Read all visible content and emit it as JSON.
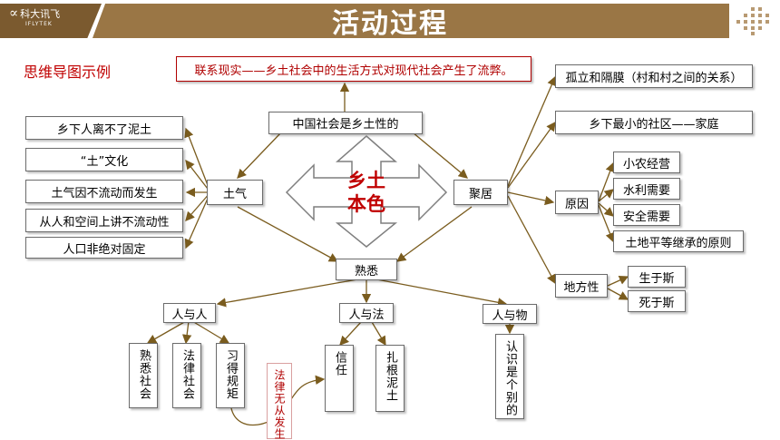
{
  "header": {
    "title": "活动过程",
    "logo_text": "科大讯飞",
    "logo_sub": "IFLYTEK",
    "bar_color": "#9a7645",
    "dark_color": "#7b5a2f"
  },
  "example_label": "思维导图示例",
  "top_note": "联系现实——乡土社会中的生活方式对现代社会产生了流弊。",
  "center": {
    "line1": "乡土",
    "line2": "本色"
  },
  "topic": "中国社会是乡土性的",
  "left_node": "土气",
  "left_items": [
    "乡下人离不了泥土",
    "“土”文化",
    "土气因不流动而发生",
    "从人和空间上讲不流动性",
    "人口非绝对固定"
  ],
  "right_node": "聚居",
  "right_items": {
    "isolation": "孤立和隔膜（村和村之间的关系）",
    "smallest": "乡下最小的社区——家庭",
    "reason": "原因",
    "reason_items": [
      "小农经营",
      "水利需要",
      "安全需要",
      "土地平等继承的原则"
    ],
    "locality": "地方性",
    "locality_items": [
      "生于斯",
      "死于斯"
    ]
  },
  "bottom_node": "熟悉",
  "branches": {
    "people": "人与人",
    "law": "人与法",
    "things": "人与物"
  },
  "leaves": {
    "people": [
      "熟悉社会",
      "法律社会",
      "习得规矩"
    ],
    "law": [
      "信任",
      "扎根泥土"
    ],
    "things": [
      "认识是个别的"
    ]
  },
  "red_note": "法律无从发生",
  "colors": {
    "line": "#7a5c1e",
    "accent": "#c00000",
    "arrow_shape": "#7f7f7f"
  }
}
